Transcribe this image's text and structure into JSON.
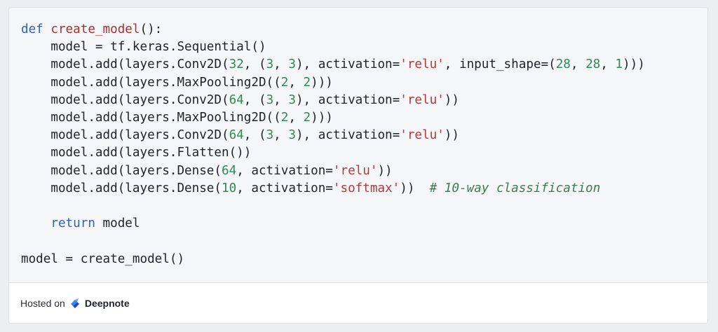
{
  "code": {
    "lines": [
      [
        {
          "t": "def",
          "c": "kw"
        },
        {
          "t": " ",
          "c": ""
        },
        {
          "t": "create_model",
          "c": "fn"
        },
        {
          "t": "():",
          "c": ""
        }
      ],
      [
        {
          "t": "    model = tf.keras.Sequential()",
          "c": ""
        }
      ],
      [
        {
          "t": "    model.add(layers.Conv2D(",
          "c": ""
        },
        {
          "t": "32",
          "c": "num"
        },
        {
          "t": ", (",
          "c": ""
        },
        {
          "t": "3",
          "c": "num"
        },
        {
          "t": ", ",
          "c": ""
        },
        {
          "t": "3",
          "c": "num"
        },
        {
          "t": "), activation=",
          "c": ""
        },
        {
          "t": "'relu'",
          "c": "str"
        },
        {
          "t": ", input_shape=(",
          "c": ""
        },
        {
          "t": "28",
          "c": "num"
        },
        {
          "t": ", ",
          "c": ""
        },
        {
          "t": "28",
          "c": "num"
        },
        {
          "t": ", ",
          "c": ""
        },
        {
          "t": "1",
          "c": "num"
        },
        {
          "t": ")))",
          "c": ""
        }
      ],
      [
        {
          "t": "    model.add(layers.MaxPooling2D((",
          "c": ""
        },
        {
          "t": "2",
          "c": "num"
        },
        {
          "t": ", ",
          "c": ""
        },
        {
          "t": "2",
          "c": "num"
        },
        {
          "t": ")))",
          "c": ""
        }
      ],
      [
        {
          "t": "    model.add(layers.Conv2D(",
          "c": ""
        },
        {
          "t": "64",
          "c": "num"
        },
        {
          "t": ", (",
          "c": ""
        },
        {
          "t": "3",
          "c": "num"
        },
        {
          "t": ", ",
          "c": ""
        },
        {
          "t": "3",
          "c": "num"
        },
        {
          "t": "), activation=",
          "c": ""
        },
        {
          "t": "'relu'",
          "c": "str"
        },
        {
          "t": "))",
          "c": ""
        }
      ],
      [
        {
          "t": "    model.add(layers.MaxPooling2D((",
          "c": ""
        },
        {
          "t": "2",
          "c": "num"
        },
        {
          "t": ", ",
          "c": ""
        },
        {
          "t": "2",
          "c": "num"
        },
        {
          "t": ")))",
          "c": ""
        }
      ],
      [
        {
          "t": "    model.add(layers.Conv2D(",
          "c": ""
        },
        {
          "t": "64",
          "c": "num"
        },
        {
          "t": ", (",
          "c": ""
        },
        {
          "t": "3",
          "c": "num"
        },
        {
          "t": ", ",
          "c": ""
        },
        {
          "t": "3",
          "c": "num"
        },
        {
          "t": "), activation=",
          "c": ""
        },
        {
          "t": "'relu'",
          "c": "str"
        },
        {
          "t": "))",
          "c": ""
        }
      ],
      [
        {
          "t": "    model.add(layers.Flatten())",
          "c": ""
        }
      ],
      [
        {
          "t": "    model.add(layers.Dense(",
          "c": ""
        },
        {
          "t": "64",
          "c": "num"
        },
        {
          "t": ", activation=",
          "c": ""
        },
        {
          "t": "'relu'",
          "c": "str"
        },
        {
          "t": "))",
          "c": ""
        }
      ],
      [
        {
          "t": "    model.add(layers.Dense(",
          "c": ""
        },
        {
          "t": "10",
          "c": "num"
        },
        {
          "t": ", activation=",
          "c": ""
        },
        {
          "t": "'softmax'",
          "c": "str"
        },
        {
          "t": "))  ",
          "c": ""
        },
        {
          "t": "# 10-way classification",
          "c": "cm"
        }
      ],
      [],
      [
        {
          "t": "    ",
          "c": ""
        },
        {
          "t": "return",
          "c": "kw"
        },
        {
          "t": " model",
          "c": ""
        }
      ],
      [],
      [
        {
          "t": "model = create_model()",
          "c": ""
        }
      ]
    ]
  },
  "footer": {
    "hosted_label": "Hosted on",
    "brand": "Deepnote",
    "logo_icon": "deepnote-logo-icon"
  },
  "colors": {
    "keyword": "#3261b7",
    "function": "#a83232",
    "string": "#b0393e",
    "number": "#2e8a57",
    "comment": "#3e7a57"
  }
}
